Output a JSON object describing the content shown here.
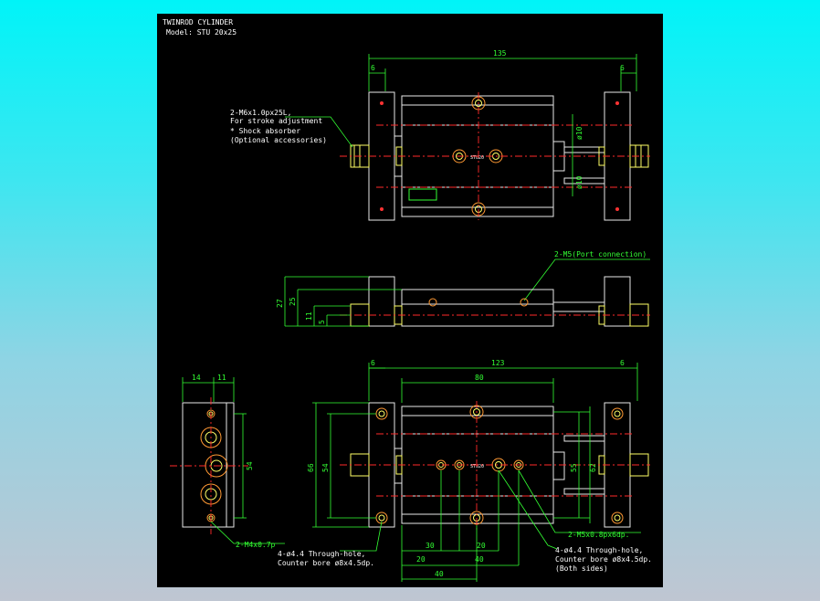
{
  "title": {
    "line1": "TWINROD CYLINDER",
    "line2": "Model: STU 20x25"
  },
  "top_view": {
    "dim_overall": "135",
    "dim_left_plate": "6",
    "dim_right_plate": "6",
    "dim_rod_upper": "ø10",
    "dim_rod_lower": "ø10",
    "body_label": "STU20",
    "note_lines": [
      "2-M6x1.0px25L,",
      "For stroke adjustment",
      "* Shock absorber",
      "  (Optional accessories)"
    ]
  },
  "side_view": {
    "note": "2-M5(Port connection)",
    "dim_27": "27",
    "dim_25": "25",
    "dim_11": "11",
    "dim_5": "5"
  },
  "front_view": {
    "dim_14": "14",
    "dim_11": "11",
    "dim_54": "54",
    "note": "2-M4x0.7p"
  },
  "bottom_view": {
    "dim_overall": "123",
    "dim_left_plate": "6",
    "dim_right_plate": "6",
    "dim_80": "80",
    "dim_66": "66",
    "dim_54": "54",
    "dim_55": "55",
    "dim_62": "62",
    "dim_30": "30",
    "dim_20a": "20",
    "dim_20b": "20",
    "dim_40a": "40",
    "dim_40b": "40",
    "body_label": "STU20",
    "note_m5": "2-M5x0.8px6dp.",
    "note_left": [
      "4-ø4.4 Through-hole,",
      "Counter bore ø8x4.5dp."
    ],
    "note_right": [
      "4-ø4.4 Through-hole,",
      "Counter bore ø8x4.5dp.",
      "(Both sides)"
    ]
  }
}
